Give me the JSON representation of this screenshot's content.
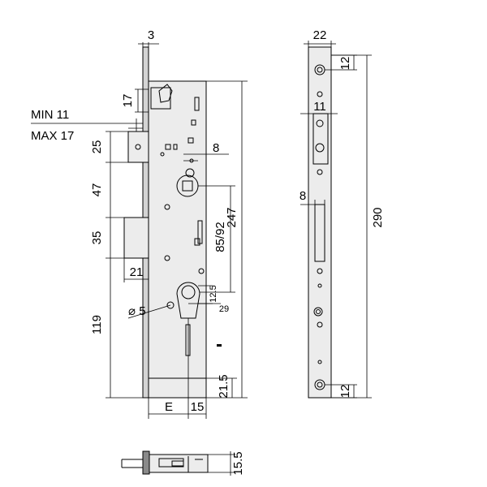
{
  "front_view": {
    "faceplate_thickness": "3",
    "latch_offset": "17",
    "min_label": "MIN 11",
    "max_label": "MAX 17",
    "latch_height": "25",
    "spacing_upper": "47",
    "deadbolt_height": "35",
    "deadbolt_throw": "21",
    "distance_bottom": "119",
    "fixing_hole": "⌀ 5",
    "spindle_size": "8",
    "centre_distance": "85/92",
    "case_height": "247",
    "cyl_small": "12.5",
    "cyl_width": "29",
    "backset": "E",
    "front_width": "15",
    "bottom_offset": "21.5"
  },
  "side_view": {
    "faceplate_width": "22",
    "top_hole_offset": "12",
    "latch_slot": "11",
    "slot_width": "8",
    "faceplate_length": "290",
    "bottom_hole_offset": "12"
  },
  "plan_view": {
    "depth": "15.5"
  }
}
